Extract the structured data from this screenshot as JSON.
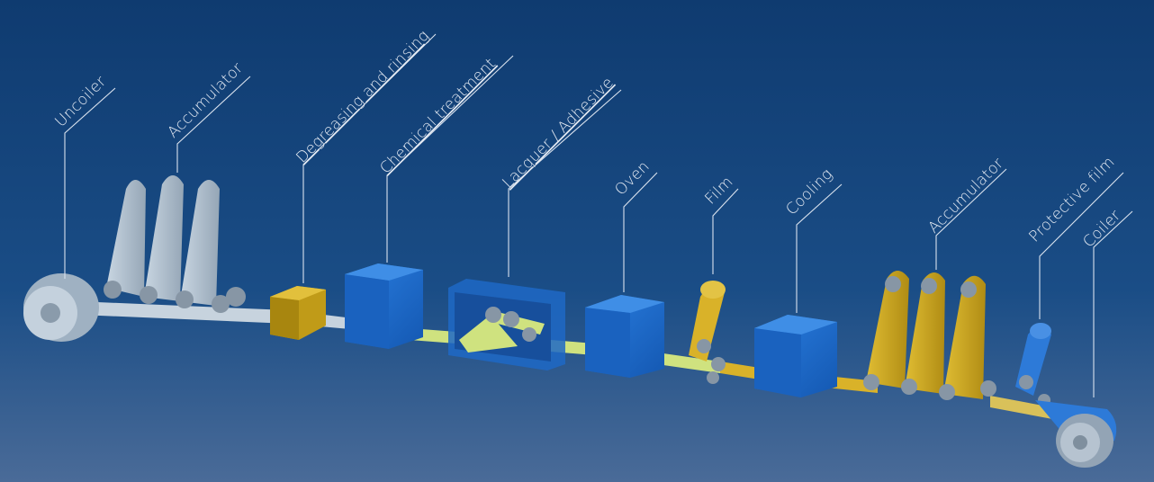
{
  "diagram": {
    "stages": [
      {
        "key": "uncoiler",
        "label": "Uncoiler",
        "underline": false
      },
      {
        "key": "accumulator1",
        "label": "Accumulator",
        "underline": false
      },
      {
        "key": "degreasing",
        "label": "Degreasing and rinsing",
        "underline": true
      },
      {
        "key": "chemical",
        "label": "Chemical treatment",
        "underline": true
      },
      {
        "key": "lacquer",
        "label": "Lacquer / Adhesive",
        "underline": true
      },
      {
        "key": "oven",
        "label": "Oven",
        "underline": false
      },
      {
        "key": "film",
        "label": "Film",
        "underline": false
      },
      {
        "key": "cooling",
        "label": "Cooling",
        "underline": false
      },
      {
        "key": "accumulator2",
        "label": "Accumulator",
        "underline": false
      },
      {
        "key": "protective",
        "label": "Protective film",
        "underline": false
      },
      {
        "key": "coiler",
        "label": "Coiler",
        "underline": false
      }
    ],
    "colors": {
      "background_top": "#123f73",
      "background_bottom": "#3d5f8e",
      "steel": "#b7c6d4",
      "steel_dark": "#7f8f9e",
      "tank_blue": "#1f6fce",
      "tank_blue_dark": "#1552a6",
      "tank_yellow": "#c9a417",
      "strip_green": "#cbe07a",
      "film_yellow": "#d9b229",
      "protective_blue": "#2d7ad8"
    }
  }
}
